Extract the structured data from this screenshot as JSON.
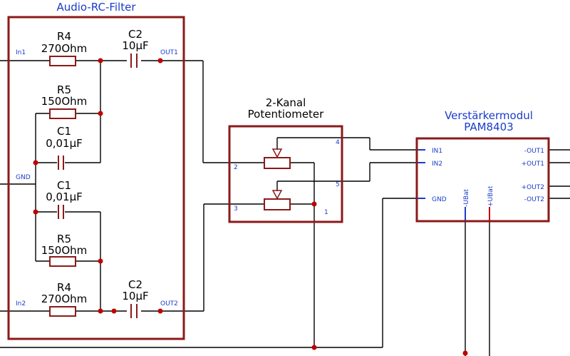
{
  "filter": {
    "title": "Audio-RC-Filter",
    "in1": "In1",
    "in2": "In2",
    "gnd": "GND",
    "out1": "OUT1",
    "out2": "OUT2",
    "r4_top_name": "R4",
    "r4_top_value": "270Ohm",
    "r5_top_name": "R5",
    "r5_top_value": "150Ohm",
    "c1_top_name": "C1",
    "c1_top_value": "0,01µF",
    "c1_bot_name": "C1",
    "c1_bot_value": "0,01µF",
    "r5_bot_name": "R5",
    "r5_bot_value": "150Ohm",
    "r4_bot_name": "R4",
    "r4_bot_value": "270Ohm",
    "c2_top_name": "C2",
    "c2_top_value": "10µF",
    "c2_bot_name": "C2",
    "c2_bot_value": "10µF"
  },
  "pot": {
    "title_line1": "2-Kanal",
    "title_line2": "Potentiometer",
    "pin1": "1",
    "pin2": "2",
    "pin3": "3",
    "pin4": "4",
    "pin5": "5"
  },
  "amp": {
    "title_line1": "Verstärkermodul",
    "title_line2": "PAM8403",
    "in1": "IN1",
    "in2": "IN2",
    "gnd": "GND",
    "ubat_minus": "-UBat",
    "ubat_plus": "+UBat",
    "out1_minus": "-OUT1",
    "out1_plus": "+OUT1",
    "out2_plus": "+OUT2",
    "out2_minus": "-OUT2"
  },
  "colors": {
    "box": "#8b1a1a",
    "label": "#1a3cc8",
    "junction": "#c00000",
    "wire": "#000000",
    "ubat_minus_line": "#1a3cc8",
    "ubat_plus_line": "#c00000"
  }
}
